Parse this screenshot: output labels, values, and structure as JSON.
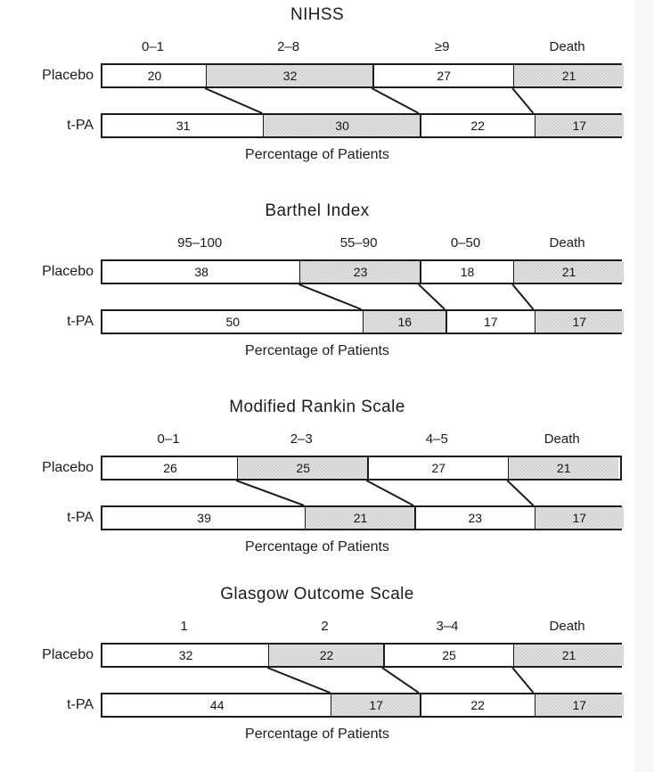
{
  "figure": {
    "axis_caption": "Percentage of Patients",
    "group_labels": [
      "Placebo",
      "t-PA"
    ],
    "colors": {
      "ink": "#1c1c1c",
      "shaded_fill": "#d4d4d4",
      "plain_fill": "#ffffff",
      "background": "#ffffff",
      "gutter": "#f7f7f7"
    }
  },
  "chart_data": [
    {
      "type": "bar",
      "orientation": "horizontal",
      "stacked": true,
      "title": "NIHSS",
      "xlabel": "Percentage of Patients",
      "ylabel": "",
      "xlim": [
        0,
        100
      ],
      "grid": false,
      "legend": "none",
      "categories": [
        "0–1",
        "2–8",
        "≥9",
        "Death"
      ],
      "series": [
        {
          "name": "Placebo",
          "values": [
            20,
            32,
            27,
            21
          ]
        },
        {
          "name": "t-PA",
          "values": [
            31,
            30,
            22,
            17
          ]
        }
      ]
    },
    {
      "type": "bar",
      "orientation": "horizontal",
      "stacked": true,
      "title": "Barthel Index",
      "xlabel": "Percentage of Patients",
      "ylabel": "",
      "xlim": [
        0,
        100
      ],
      "grid": false,
      "legend": "none",
      "categories": [
        "95–100",
        "55–90",
        "0–50",
        "Death"
      ],
      "series": [
        {
          "name": "Placebo",
          "values": [
            38,
            23,
            18,
            21
          ]
        },
        {
          "name": "t-PA",
          "values": [
            50,
            16,
            17,
            17
          ]
        }
      ]
    },
    {
      "type": "bar",
      "orientation": "horizontal",
      "stacked": true,
      "title": "Modified Rankin Scale",
      "xlabel": "Percentage of Patients",
      "ylabel": "",
      "xlim": [
        0,
        100
      ],
      "grid": false,
      "legend": "none",
      "categories": [
        "0–1",
        "2–3",
        "4–5",
        "Death"
      ],
      "series": [
        {
          "name": "Placebo",
          "values": [
            26,
            25,
            27,
            21
          ]
        },
        {
          "name": "t-PA",
          "values": [
            39,
            21,
            23,
            17
          ]
        }
      ]
    },
    {
      "type": "bar",
      "orientation": "horizontal",
      "stacked": true,
      "title": "Glasgow Outcome Scale",
      "xlabel": "Percentage of Patients",
      "ylabel": "",
      "xlim": [
        0,
        100
      ],
      "grid": false,
      "legend": "none",
      "categories": [
        "1",
        "2",
        "3–4",
        "Death"
      ],
      "series": [
        {
          "name": "Placebo",
          "values": [
            32,
            22,
            25,
            21
          ]
        },
        {
          "name": "t-PA",
          "values": [
            44,
            17,
            22,
            17
          ]
        }
      ]
    }
  ]
}
